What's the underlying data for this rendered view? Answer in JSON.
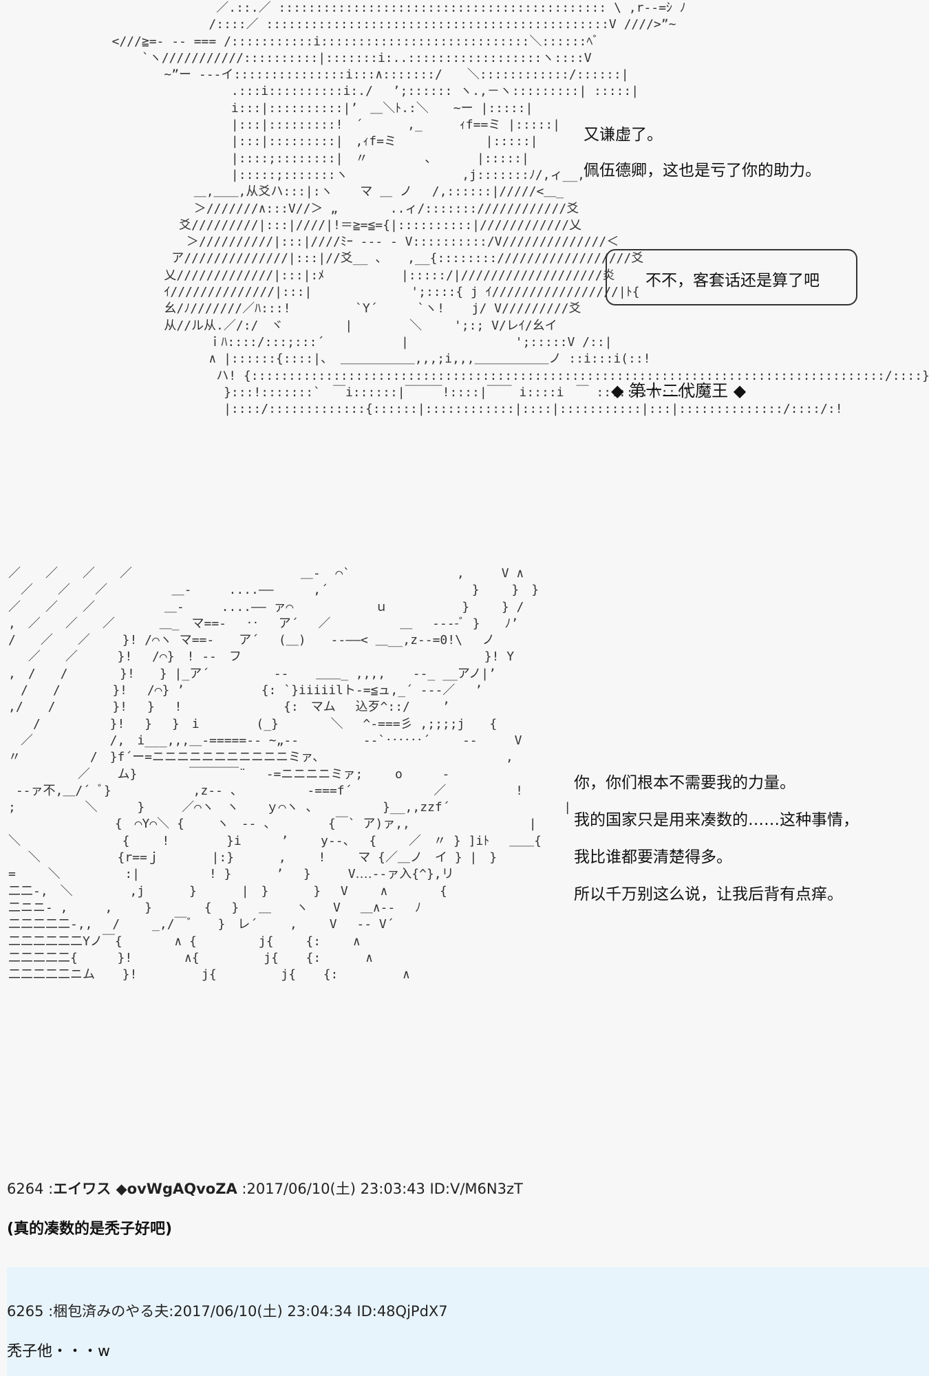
{
  "art": {
    "top": "                 ／.::.／ :::::::::::::::::::::::::::::::::::::::::::: \\ ,r‐-=ｼ ﾉ\n                /::::／ ::::::::::::::::::::::::::::::::::::::::::::::V ////>”~\n   <///≧=‐ ‐‐ === /:::::::::::i::::::::::::::::::::::::::::＼::::::ﾍﾞ\n       `ヽ///////////::::::::::|:::::::i:..::::::::::::::::::ヽ::::V\n          ~”ー ‐‐‐イ:::::::::::::::i:::∧:::::::/　　＼::::::::::::/::::::|\n                   .:::i::::::::::i:./　 ’;:::::: ヽ.,－ヽ:::::::::| :::::|\n                   i:::|::::::::::|’　＿＼ﾄ.:＼　　~ー |:::::|\n                   |:::|:::::::::!　´　　　 ,_　　　ｨf==ミ |:::::|\n                   |:::|:::::::::|　,ｨf=ミ 　　　　　　 |:::::|\n                   |::::;::::::::|　〃　　　 　、 　　 |:::::|\n                   |:::::;:::::::ヽ 　　　　　　　　 ,j:::::::ﾉ/,ィ__,\n              ＿,＿＿,从爻ハ:::|:ヽ 　 マ ＿ ノ　 /,::::::|/////<＿_\n              ＞///////∧:::V//＞ „ 　　　 ..ィ/:::::::////////////爻\n            爻/////////|:::|////|!＝≧=≦={|::::::::::|////////////乂\n             ＞//////////|:::|////ﾐｰ ‐‐‐ ‐ V::::::::::/V//////////////＜\n           ア//////////////|:::|//爻__ 、 　,__{:::::::://////////////////爻\n          乂/////////////|:::|:ﾒ 　　　　　 |:::::/|///////////////////炎\n          ｲ//////////////|:::|　　　　　　　　';::::{ j ｲ/////////////////|ﾄ{\n          幺/ﾉ///////／ﾊ:::! 　　　　 `Y´ 　　 `ヽ! 　 j/ V/////////爻\n          从//ル从.／/:/　ヾ　　　　　| 　　　　＼　　 ';:; V/レｲ/幺イ\n                ｉﾊ::::/:::;:::´ 　　　　　 |　　　　　　　　 ';:::::V /::|\n                ∧ |::::::{::::|、 ＿＿＿＿＿＿,,,;i,,,＿＿＿＿＿＿ノ ::i:::i(::!\n                 ハ! {:::::::::::::::::::::::::::::::::::::::::::::::::::::::::::::::::::::::::::::::::::::/::::}:::!\n                  }:::!:::::::`　￣i::::::|￣￣￣!::::|￣￣ i::::i　￣ :::::::ハ:::}\n                  |::::/:::::::::::::{::::::|::::::::::::|::::|:::::::::::|:::|::::::::::::::/::::/:!",
    "bottom": "／　　／　　／　　／ 　　　　　　　　　　　　　＿-  ⌒` 　　　　　　　　,　　　V ∧\n　／　　／　　／ 　　　　 ＿-　　　....――　 　 ,´　　　　　　　　　　　 }　　 }　}\n／　　／　　／ 　　　　　＿-　　　....―― ァ⌒ 　　　　　　ｕ　　　　　　}　　 } /\n,　／　　／　　／ 　　　＿_　マ==-　 ‥ 　ア´　 ／ 　　　　　＿ 　‐‐--ﾞ }　　ﾉ’\n/　　／　　／ 　　}! /⌒ヽ マ==-　　ア´　 (＿)　　‐‐――< ＿__,z‐‐=0!\\　 ノ\n　 ／　　／ 　　 }!　 /⌒}　! ‐‐　フ 　　　　　　　　　　　　　　　　　　　}! Y\n,　/　　/ 　　　 }!　　} |_ア´ 　　　　 ‐‐ 　 ＿＿_ ,,,, 　 ‐‐_ __アノ|’\n　/　　/ 　　　 }!　 /⌒} ’ 　　　　　 {: `}iiiiilト‐=≦ュ,_´ ‐‐-／　 ’\n,/　　/ 　　　　}!　 }　 ! 　　　　　　　 {:　マム　 込歹^::/　　 ’\n　　/ 　　　　　}!　 }　 }　i 　　　　(_} 　　　 ＼　 ^‐===彡 ,;;;;j　　{\n　／ 　　　　　 /,　i___,,,＿‐=====‐‐ ~„‐‐ 　　　　 ‐‐`‥‥‥´ 　　‐‐　　　V\n〃　　　　　 /　}f´ー=ニニニニニニニニニニニミァ、 　　　　　　　　　　　　　　,\n　　　　　 ／ 　 ム} 　　　 ￣￣￣￣¨ 　-=ニニニニミァ; 　　o 　　 -\n ‐‐ァ不,＿/´ ﾞ} 　　　　　　,z‐‐ 、 　　　　 -===f´　　　　　　 ／ 　　　　　!\n;　　　　　 ＼ 　　 }　　　／⌒ヽ　ヽ 　 ｙ⌒ヽ 、 　　　　 }__,,zzf´ 　　　　　　　　 |\n　　　　　　　　 {　⌒Y⌒＼ {　　 ヽ　‐‐ 、 　　　 {￣` ア)ァ,, 　　　　　　　　　|\n＼　　　　　 　　 {　　 !　　　　 }i 　　 ’　　 y‐‐、　 {　　 ／　〃 } ]iﾄ　 ＿＿{\n　 ＼ 　　　　　 {r==ｊ 　　　 |:} 　　　,　　 !　　 マ {／＿ノ　イ } |　}\n=　　 ＼ 　　　　 :|　　　　　 ! }　　　 ’　 }　　　V‥‥‐‐ァ入{^},リ\n二二-,　＼　　　　 ,j 　　　}　　　 |　}　　 　}　 V　　 ∧ 　　　 {\n二ニニ- ,　　　,　　 } 　　　 { 　}　 ＿　　ヽ　　V　 ＿∧‐‐ 　ﾉ\n二二二二二-,, 　/　　 _,/￣ﾞ　　}　レ´ 　　,　　 V　 ‐‐ V´\n二二二二二二Yノ￣{ 　　　 ∧ {　　　　　j{ 　　{: 　　∧\n二二二二二{ 　　 }! 　　　 ∧{ 　　　 　j{ 　 {: 　　　∧\n二二二二二ニム 　 }! 　　　　 j{ 　　　　 j{ 　 {: 　　　　 ∧"
  },
  "dialogue": {
    "line1": "又谦虚了。",
    "line2": "佩伍德卿，这也是亏了你的助力。",
    "bubble": "不不，客套话还是算了吧",
    "title": "◆ 第十二代魔王 ◆",
    "line3": "你，你们根本不需要我的力量。",
    "line4": "我的国家只是用来凑数的……这种事情，",
    "line5": "我比谁都要清楚得多。",
    "line6": "所以千万别这么说，让我后背有点痒。"
  },
  "posts": [
    {
      "number": "6264",
      "name": "エイワス ◆ovWgAQvoZA",
      "date": "2017/06/10(土) 23:03:43 ID:V/M6N3zT",
      "body": "(真的凑数的是秃子好吧)"
    },
    {
      "number": "6265",
      "name": "梱包済みのやる夫",
      "date": "2017/06/10(土) 23:04:34 ID:48QjPdX7",
      "body": "秃子他・・・w"
    }
  ]
}
